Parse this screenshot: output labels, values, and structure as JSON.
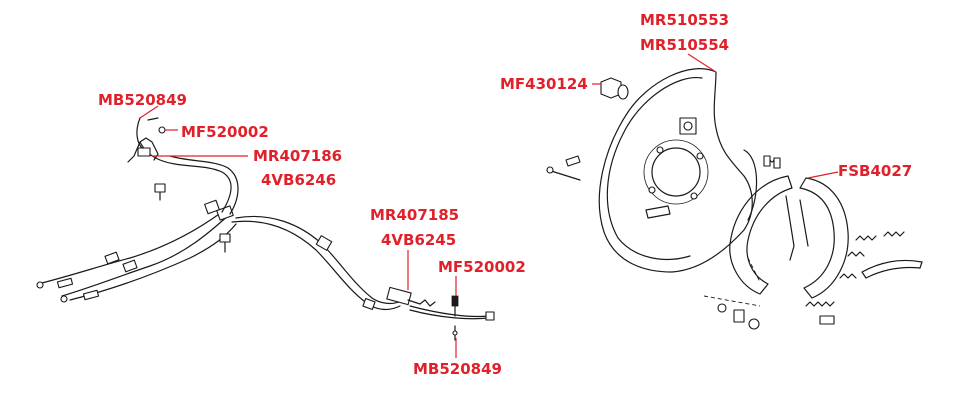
{
  "labels": {
    "mb520849_top": "MB520849",
    "mf520002_top": "MF520002",
    "mr407186": "MR407186",
    "vb6246": "4VB6246",
    "mr407185": "MR407185",
    "vb6245": "4VB6245",
    "mf520002_bottom": "MF520002",
    "mb520849_bottom": "MB520849",
    "mr510553": "MR510553",
    "mr510554": "MR510554",
    "mf430124": "MF430124",
    "fsb4027": "FSB4027"
  },
  "colors": {
    "label": "#e0202a",
    "line_art": "#1a1a1a",
    "background": "#ffffff"
  }
}
